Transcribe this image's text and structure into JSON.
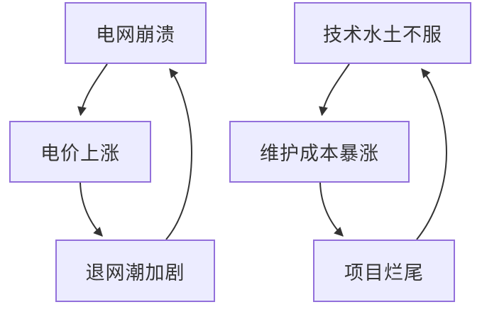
{
  "diagram": {
    "type": "flowchart",
    "description": "Two three-node feedback cycles drawn as rounded rectangles joined by curved arrows",
    "colors": {
      "canvas_bg": "#ffffff",
      "node_fill": "#ECECFF",
      "node_border": "#9370DB",
      "edge_color": "#333333",
      "text_color": "#333333"
    },
    "nodes": [
      {
        "id": "grid-collapse",
        "label": "电网崩溃"
      },
      {
        "id": "price-rise",
        "label": "电价上涨"
      },
      {
        "id": "exit-wave",
        "label": "退网潮加剧"
      },
      {
        "id": "tech-mismatch",
        "label": "技术水土不服"
      },
      {
        "id": "maintenance-surge",
        "label": "维护成本暴涨"
      },
      {
        "id": "project-failure",
        "label": "项目烂尾"
      }
    ],
    "edges": [
      {
        "from": "grid-collapse",
        "to": "price-rise"
      },
      {
        "from": "price-rise",
        "to": "exit-wave"
      },
      {
        "from": "exit-wave",
        "to": "grid-collapse"
      },
      {
        "from": "tech-mismatch",
        "to": "maintenance-surge"
      },
      {
        "from": "maintenance-surge",
        "to": "project-failure"
      },
      {
        "from": "project-failure",
        "to": "tech-mismatch"
      }
    ]
  }
}
